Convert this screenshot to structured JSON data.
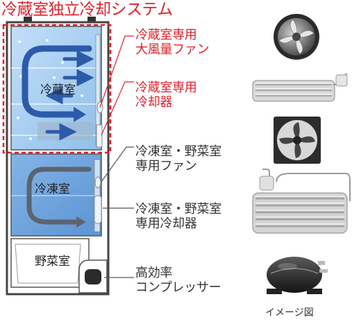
{
  "title": "冷蔵室独立冷却システム",
  "rooms": {
    "refrigerator": "冷蔵室",
    "freezer": "冷凍室",
    "vegetable": "野菜室"
  },
  "callouts": {
    "fridge_fan": [
      "冷蔵室専用",
      "大風量ファン"
    ],
    "fridge_cooler": [
      "冷蔵室専用",
      "冷却器"
    ],
    "freezer_fan": [
      "冷凍室・野菜室",
      "専用ファン"
    ],
    "freezer_cooler": [
      "冷凍室・野菜室",
      "専用冷却器"
    ],
    "compressor": [
      "高効率",
      "コンプレッサー"
    ]
  },
  "image_note": "イメージ図",
  "colors": {
    "accent_red": "#e0202a",
    "fridge_blue": "#a9cdef",
    "freezer_blue": "#6da3dc",
    "flow_arrow": "#2d5aa8",
    "freezer_arrow": "#5c6470"
  },
  "icons": [
    "fan-icon",
    "evaporator-coil-icon",
    "square-fan-icon",
    "condenser-coil-icon",
    "compressor-icon"
  ]
}
